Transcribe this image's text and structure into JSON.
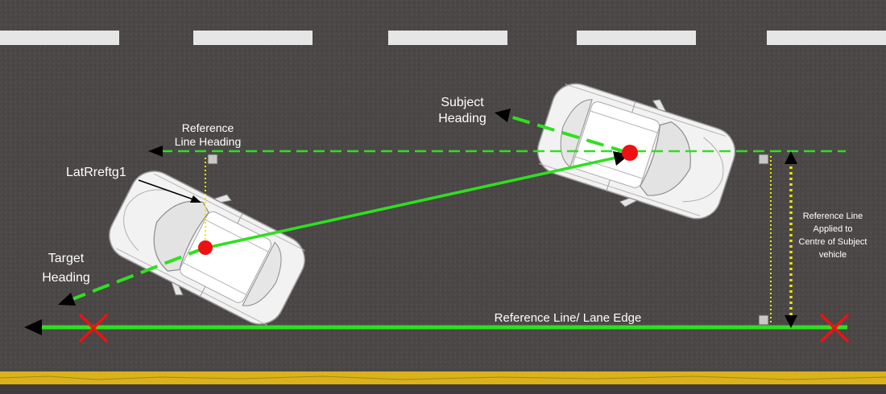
{
  "labels": {
    "subject_heading_1": "Subject",
    "subject_heading_2": "Heading",
    "ref_line_heading_1": "Reference",
    "ref_line_heading_2": "Line Heading",
    "latrref": "LatRreftg1",
    "target_heading_1": "Target",
    "target_heading_2": "Heading",
    "ref_lane_edge": "Reference Line/ Lane Edge",
    "ref_applied_1": "Reference Line",
    "ref_applied_2": "Applied to",
    "ref_applied_3": "Centre of Subject",
    "ref_applied_4": "vehicle"
  },
  "colors": {
    "asphalt": "#4a4746",
    "lane_marking": "#e6e6e6",
    "yellow_edge": "#d9b21c",
    "green": "#2ee01f",
    "red": "#ee1111",
    "yellow_dots": "#f2e600",
    "black": "#000000",
    "car_body": "#f2f2f2"
  }
}
